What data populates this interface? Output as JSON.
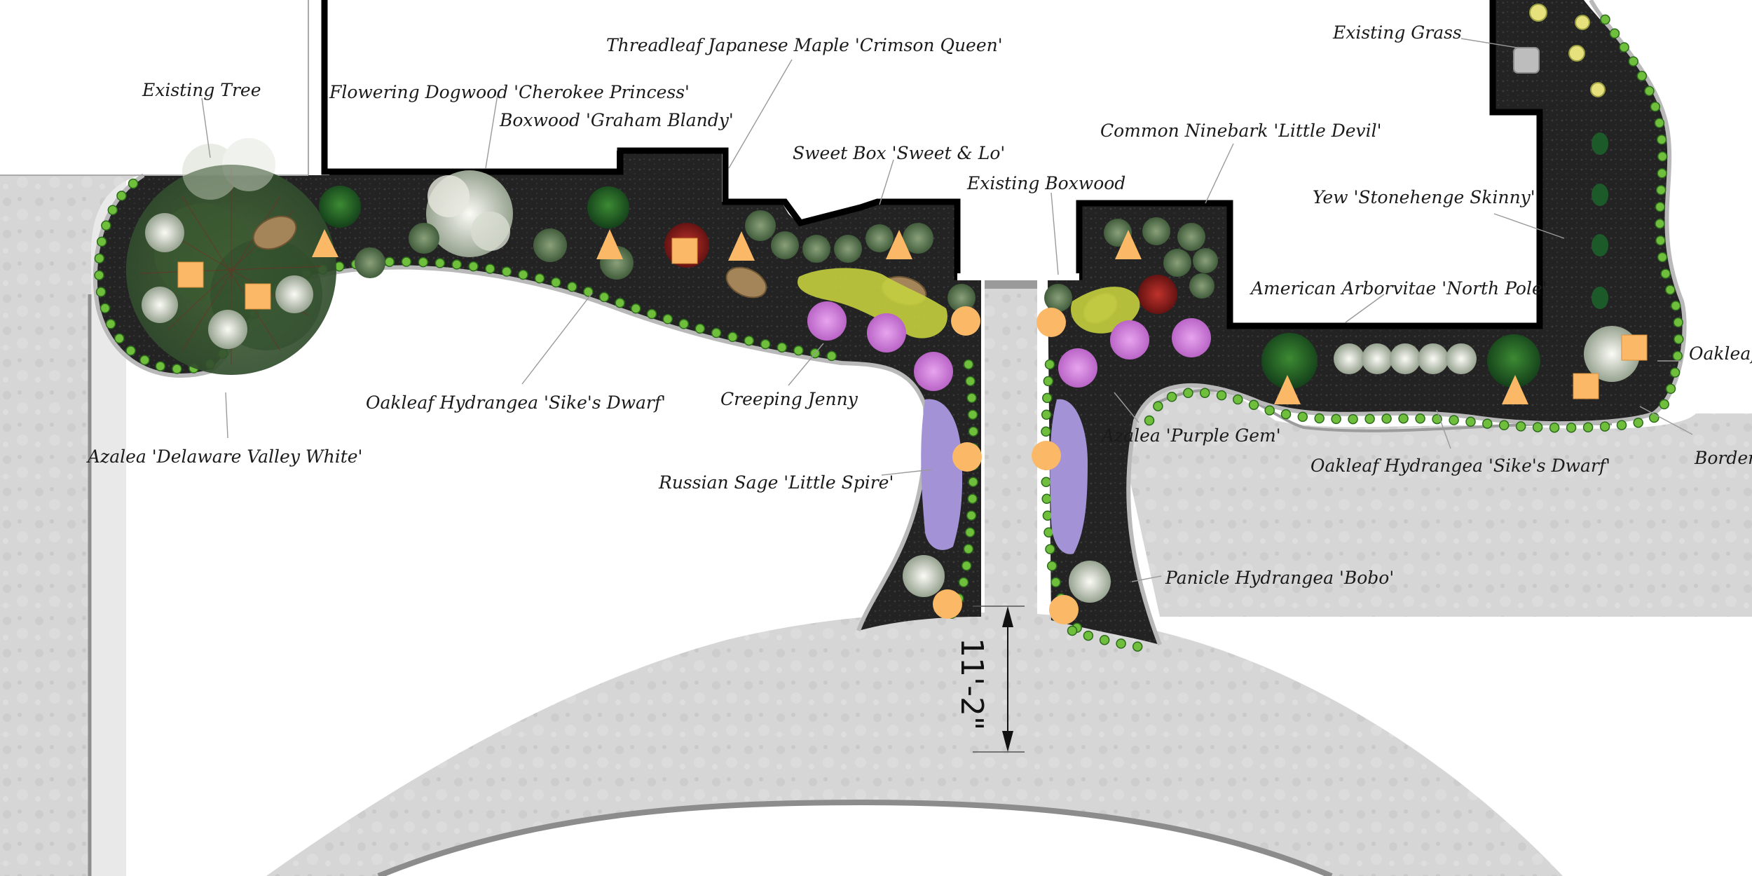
{
  "labels": {
    "existing_tree": "Existing Tree",
    "flowering_dogwood": "Flowering Dogwood 'Cherokee Princess'",
    "boxwood_graham": "Boxwood 'Graham Blandy'",
    "japanese_maple": "Threadleaf Japanese Maple 'Crimson Queen'",
    "sweet_box": "Sweet Box 'Sweet & Lo'",
    "existing_boxwood": "Existing Boxwood",
    "ninebark": "Common Ninebark 'Little Devil'",
    "existing_grass": "Existing Grass",
    "yew": "Yew 'Stonehenge Skinny'",
    "arborvitae": "American Arborvitae 'North Pole'",
    "oakleaf_right_edge": "Oakleaf",
    "border_right_edge": "Border",
    "oakleaf_left": "Oakleaf Hydrangea 'Sike's Dwarf'",
    "creeping_jenny": "Creeping Jenny",
    "azalea_white": "Azalea 'Delaware Valley White'",
    "russian_sage": "Russian Sage 'Little Spire'",
    "azalea_purple": "Azalea 'Purple Gem'",
    "oakleaf_right": "Oakleaf Hydrangea 'Sike's Dwarf'",
    "panicle_hydrangea": "Panicle Hydrangea 'Bobo'"
  },
  "dimension": {
    "walkway_width": "11'-2\""
  },
  "colors": {
    "paving": "#d6d6d6",
    "mulch": "#232323",
    "house_outline": "#000000",
    "marker": "#fbb867",
    "border_plant": "#6fbe3c",
    "hydrangea": "#e4e4dc",
    "azalea_purple": "#c773d4",
    "russian_sage": "#a393d6",
    "creeping_jenny": "#c4cf3e",
    "maple": "#8e1a1a",
    "evergreen": "#1f5a1f"
  },
  "markers": {
    "square": "square-marker",
    "triangle": "triangle-marker",
    "circle": "circle-marker"
  }
}
